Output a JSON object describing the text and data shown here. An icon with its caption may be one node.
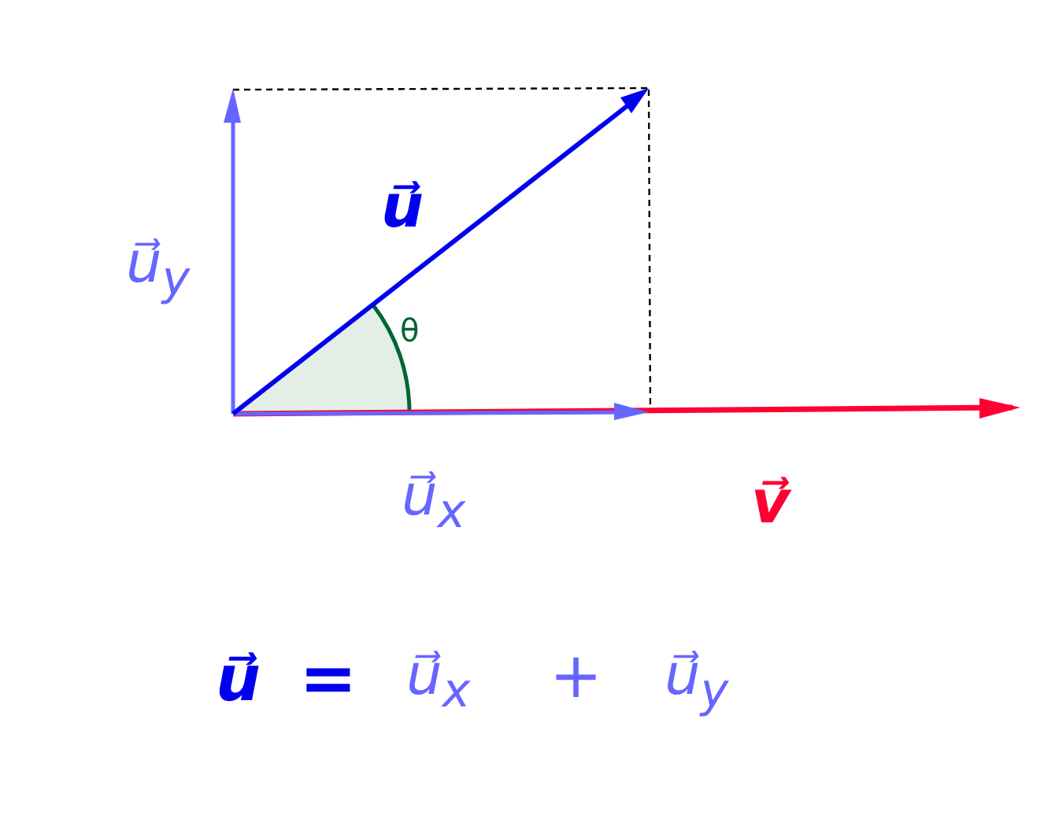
{
  "diagram": {
    "labels": [
      "u⃗",
      "u⃗$_{y}$",
      "θ",
      "u⃗$_{x}$",
      "v⃗",
      "u⃗",
      "=",
      "u⃗$_{x}$",
      "+",
      "u⃗$_{y}$"
    ]
  }
}
